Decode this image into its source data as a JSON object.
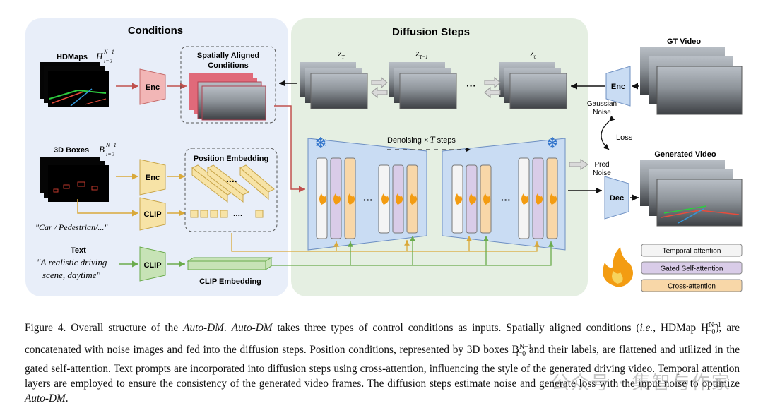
{
  "conditions_panel": {
    "title": "Conditions",
    "hdmaps_label": "HDMaps",
    "hdmaps_sym": "H",
    "hdmaps_sub": "i=0",
    "hdmaps_sup": "N−1",
    "boxes_label": "3D Boxes",
    "boxes_sym": "B",
    "boxes_sub": "i=0",
    "boxes_sup": "N−1",
    "enc_label": "Enc",
    "clip_label": "CLIP",
    "spatial_label_1": "Spatially Aligned",
    "spatial_label_2": "Conditions",
    "position_embedding_label": "Position Embedding",
    "car_prompt": "\"Car / Pedestrian/...\"",
    "text_label": "Text",
    "text_prompt_1": "\"A realistic driving",
    "text_prompt_2": "scene, daytime\"",
    "clip_embedding_label": "CLIP Embedding"
  },
  "diffusion_panel": {
    "title": "Diffusion Steps",
    "zt_label": "Z",
    "zt_sub": "T",
    "zt1_sub": "T−1",
    "z0_sub": "0",
    "denoising_text": "Denoising ×",
    "denoising_T": "T",
    "denoising_steps": "steps",
    "dots": "···"
  },
  "right_side": {
    "gt_video_label": "GT Video",
    "enc_label": "Enc",
    "gaussian_1": "Gaussian",
    "gaussian_2": "Noise",
    "loss_label": "Loss",
    "pred_1": "Pred",
    "pred_2": "Noise",
    "generated_video_label": "Generated Video",
    "dec_label": "Dec"
  },
  "legend": {
    "items": [
      {
        "label": "Temporal-attention",
        "color": "#f4f4f4"
      },
      {
        "label": "Gated Self-attention",
        "color": "#d9cce8"
      },
      {
        "label": "Cross-attention",
        "color": "#f8d7a8"
      }
    ]
  },
  "colors": {
    "conditions_bg": "#e8eef9",
    "diffusion_bg": "#e5efe2",
    "enc_red": "#f2b6b6",
    "enc_yellow": "#f7e3a6",
    "clip_green": "#c7e3b6",
    "unet_blue": "#c9dcf3"
  },
  "caption": {
    "fig": "Figure 4.",
    "s1a": "Overall structure of the",
    "autodm": "Auto-DM",
    "s1b": ". ",
    "s2": "takes three types of control conditions as inputs. Spatially aligned conditions (",
    "ie": "i.e.",
    "s3": ", HDMap H",
    "s3sup": "N−1",
    "s3sub": "i=0",
    "s4": "), are concatenated with noise images and fed into the diffusion steps. Position conditions, represented by 3D boxes B",
    "s4sup": "N−1",
    "s4sub": "i=0",
    "s5": "and their labels, are flattened and utilized in the gated self-attention. Text prompts are incorporated into diffusion steps using cross-attention, influencing the style of the generated driving video. Temporal attention layers are employed to ensure the consistency of the generated video frames. The diffusion steps estimate noise and generate loss with the input noise to optimize",
    "end": "."
  },
  "watermark": "公众号 · 集智与作家"
}
